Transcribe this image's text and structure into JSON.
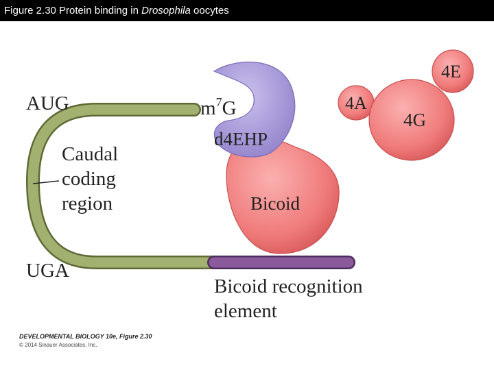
{
  "header": {
    "title_prefix": "Figure 2.30  Protein binding in ",
    "title_italic": "Drosophila",
    "title_suffix": " oocytes"
  },
  "diagram": {
    "labels": {
      "start_codon": "AUG",
      "stop_codon": "UGA",
      "coding_region_line1": "Caudal",
      "coding_region_line2": "coding",
      "coding_region_line3": "region",
      "cap_base": "m",
      "cap_sup": "7",
      "cap_end": "G",
      "d4ehp": "d4EHP",
      "bicoid": "Bicoid",
      "bre_line1": "Bicoid recognition",
      "bre_line2": "element",
      "factor_4a": "4A",
      "factor_4e": "4E",
      "factor_4g": "4G"
    },
    "colors": {
      "mrna": "#9aa866",
      "bre": "#8a5a9c",
      "d4ehp": "#a99ad6",
      "bicoid": "#f07b7b",
      "eif": "#f07b7b"
    }
  },
  "footer": {
    "credit_title": "DEVELOPMENTAL BIOLOGY 10e, Figure 2.30",
    "credit_copy": "© 2014 Sinauer Associates, Inc."
  }
}
